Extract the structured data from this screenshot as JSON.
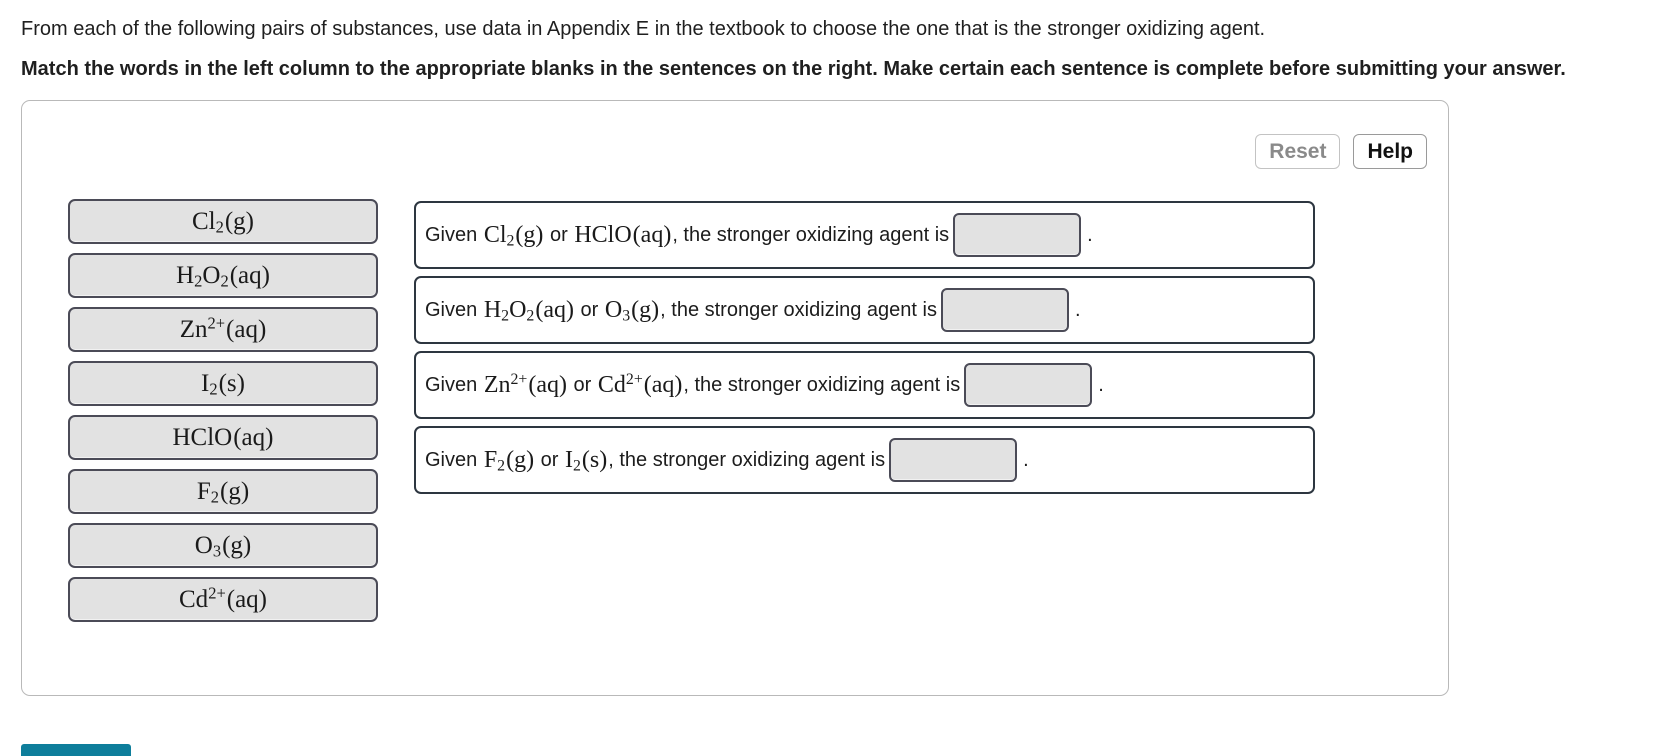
{
  "prompt": {
    "intro": "From each of the following pairs of substances, use data in Appendix E in the textbook to choose the one that is the stronger oxidizing agent.",
    "instruction": "Match the words in the left column to the appropriate blanks in the sentences on the right. Make certain each sentence is complete before submitting your answer."
  },
  "toolbar": {
    "reset_label": "Reset",
    "help_label": "Help"
  },
  "word_bank": {
    "items": [
      {
        "formula": "Cl",
        "sub": "2",
        "sup": "",
        "state": "(g)",
        "plain": "Cl2 (g)"
      },
      {
        "formula": "H2O2",
        "sub": "",
        "sup": "",
        "state": "(aq)",
        "plain": "H2O2 (aq)"
      },
      {
        "formula": "Zn",
        "sub": "",
        "sup": "2+",
        "state": "(aq)",
        "plain": "Zn2+ (aq)"
      },
      {
        "formula": "I",
        "sub": "2",
        "sup": "",
        "state": "(s)",
        "plain": "I2 (s)"
      },
      {
        "formula": "HClO",
        "sub": "",
        "sup": "",
        "state": "(aq)",
        "plain": "HClO (aq)"
      },
      {
        "formula": "F",
        "sub": "2",
        "sup": "",
        "state": "(g)",
        "plain": "F2 (g)"
      },
      {
        "formula": "O",
        "sub": "3",
        "sup": "",
        "state": "(g)",
        "plain": "O3 (g)"
      },
      {
        "formula": "Cd",
        "sub": "",
        "sup": "2+",
        "state": "(aq)",
        "plain": "Cd2+ (aq)"
      }
    ]
  },
  "sentences": {
    "lead": "Given",
    "conjunction": "or",
    "tail": ", the stronger oxidizing agent is",
    "terminator": ".",
    "rows": [
      {
        "left": {
          "base": "Cl",
          "sub": "2",
          "sup": "",
          "state": "(g)"
        },
        "right": {
          "base": "HClO",
          "sub": "",
          "sup": "",
          "state": "(aq)"
        },
        "blank_value": "",
        "blank_width": 128
      },
      {
        "left": {
          "base": "H",
          "sub": "2",
          "sup": "",
          "base2": "O",
          "sub2": "2",
          "state": "(aq)"
        },
        "right": {
          "base": "O",
          "sub": "3",
          "sup": "",
          "state": "(g)"
        },
        "blank_value": "",
        "blank_width": 128
      },
      {
        "left": {
          "base": "Zn",
          "sub": "",
          "sup": "2+",
          "state": "(aq)"
        },
        "right": {
          "base": "Cd",
          "sub": "",
          "sup": "2+",
          "state": "(aq)"
        },
        "blank_value": "",
        "blank_width": 128
      },
      {
        "left": {
          "base": "F",
          "sub": "2",
          "sup": "",
          "state": "(g)"
        },
        "right": {
          "base": "I",
          "sub": "2",
          "sup": "",
          "state": "(s)"
        },
        "blank_value": "",
        "blank_width": 128
      }
    ]
  },
  "colors": {
    "tile_fill": "#e2e2e2",
    "tile_border": "#4b4b57",
    "row_border": "#2d3640",
    "card_border": "#b9b9b9",
    "submit_teal": "#0e7e9b",
    "reset_text": "#8a8a8a",
    "help_text": "#111111"
  },
  "submit_bar": {
    "label": ""
  }
}
